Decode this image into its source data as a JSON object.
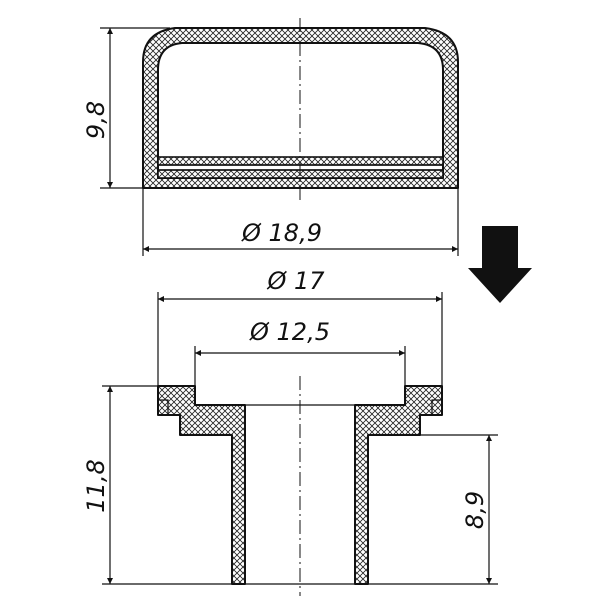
{
  "dimensions": {
    "cap_height": "9,8",
    "cap_diameter": "Ø 18,9",
    "plug_outer_diameter": "Ø 17",
    "plug_inner_diameter": "Ø 12,5",
    "plug_total_height": "11,8",
    "plug_stem_height": "8,9"
  },
  "icons": {
    "direction_arrow": "down-arrow-icon"
  },
  "colors": {
    "line": "#111111",
    "background": "#ffffff"
  }
}
